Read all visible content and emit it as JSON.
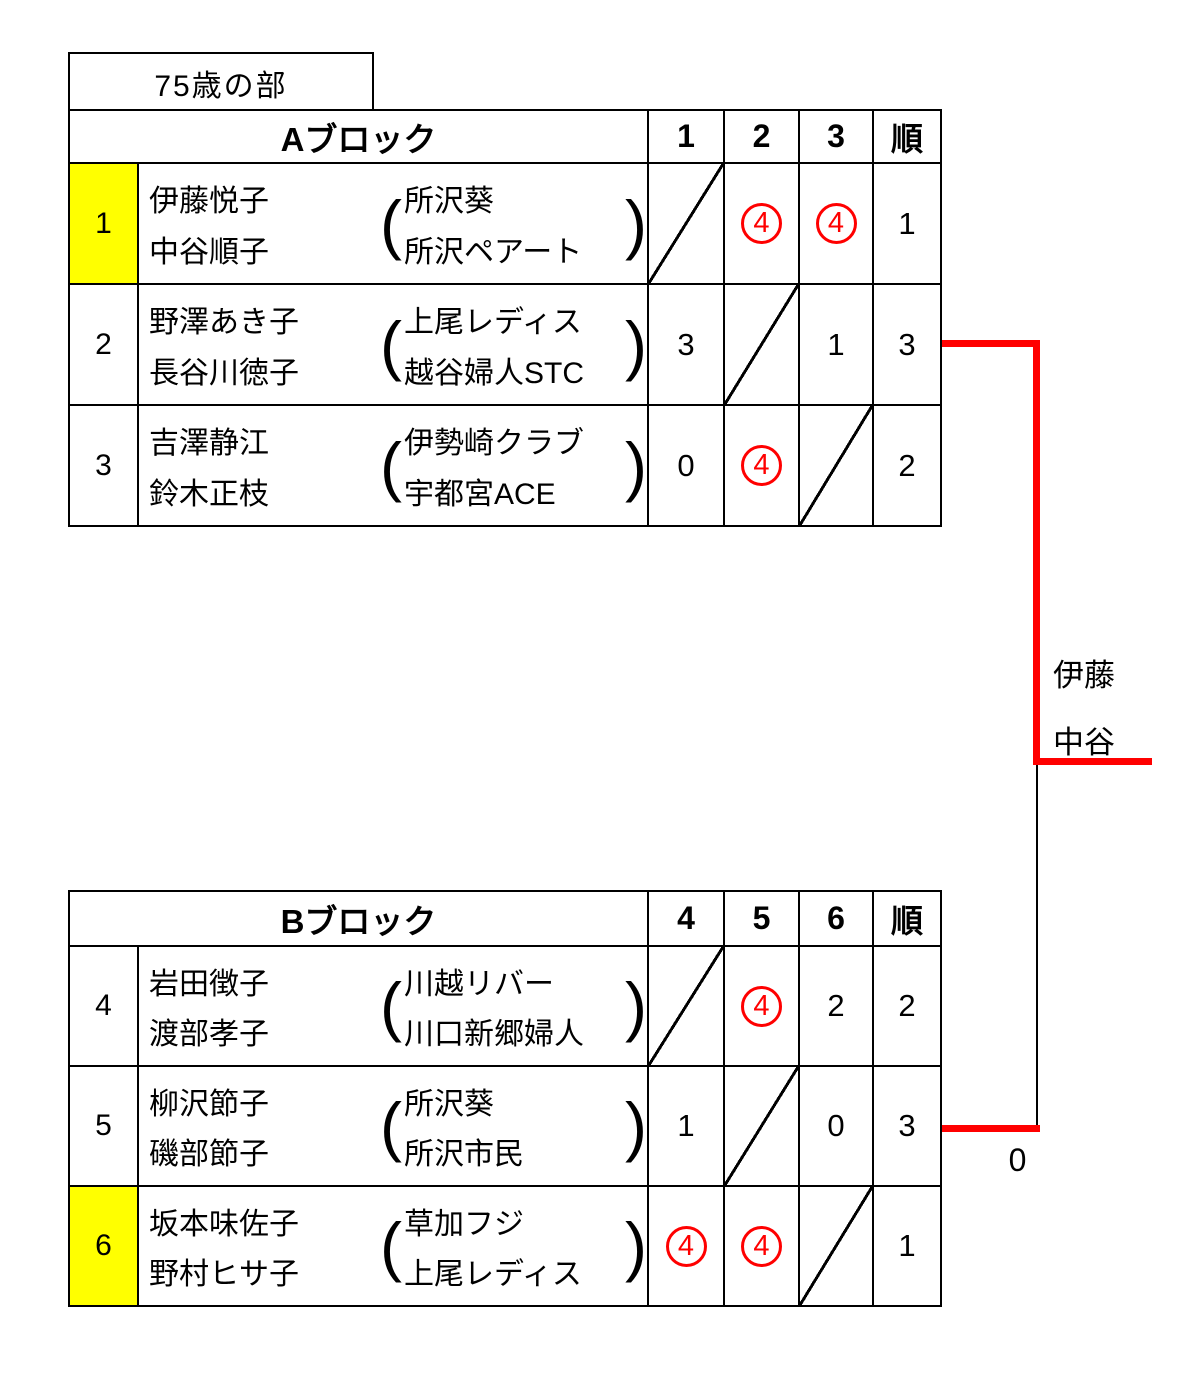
{
  "title": "75歳の部",
  "colors": {
    "highlight": "#ffff00",
    "accent": "#ff0000"
  },
  "blocks": [
    {
      "name": "Aブロック",
      "score_headers": [
        "1",
        "2",
        "3"
      ],
      "rank_header": "順",
      "rows": [
        {
          "no": "1",
          "highlight": true,
          "players": [
            "伊藤悦子",
            "中谷順子"
          ],
          "clubs": [
            "所沢葵",
            "所沢ペアート"
          ],
          "scores": [
            {
              "self": true
            },
            {
              "value": "4",
              "circled": true
            },
            {
              "value": "4",
              "circled": true
            }
          ],
          "rank": "1"
        },
        {
          "no": "2",
          "highlight": false,
          "players": [
            "野澤あき子",
            "長谷川徳子"
          ],
          "clubs": [
            "上尾レディス",
            "越谷婦人STC"
          ],
          "scores": [
            {
              "value": "3"
            },
            {
              "self": true
            },
            {
              "value": "1"
            }
          ],
          "rank": "3"
        },
        {
          "no": "3",
          "highlight": false,
          "players": [
            "吉澤静江",
            "鈴木正枝"
          ],
          "clubs": [
            "伊勢崎クラブ",
            "宇都宮ACE"
          ],
          "scores": [
            {
              "value": "0"
            },
            {
              "value": "4",
              "circled": true
            },
            {
              "self": true
            }
          ],
          "rank": "2"
        }
      ]
    },
    {
      "name": "Bブロック",
      "score_headers": [
        "4",
        "5",
        "6"
      ],
      "rank_header": "順",
      "rows": [
        {
          "no": "4",
          "highlight": false,
          "players": [
            "岩田徴子",
            "渡部孝子"
          ],
          "clubs": [
            "川越リバー",
            "川口新郷婦人"
          ],
          "scores": [
            {
              "self": true
            },
            {
              "value": "4",
              "circled": true
            },
            {
              "value": "2"
            }
          ],
          "rank": "2"
        },
        {
          "no": "5",
          "highlight": false,
          "players": [
            "柳沢節子",
            "磯部節子"
          ],
          "clubs": [
            "所沢葵",
            "所沢市民"
          ],
          "scores": [
            {
              "value": "1"
            },
            {
              "self": true
            },
            {
              "value": "0"
            }
          ],
          "rank": "3"
        },
        {
          "no": "6",
          "highlight": true,
          "players": [
            "坂本味佐子",
            "野村ヒサ子"
          ],
          "clubs": [
            "草加フジ",
            "上尾レディス"
          ],
          "scores": [
            {
              "value": "4",
              "circled": true
            },
            {
              "value": "4",
              "circled": true
            },
            {
              "self": true
            }
          ],
          "rank": "1"
        }
      ]
    }
  ],
  "bracket": {
    "winner_line1": "伊藤",
    "winner_line2": "中谷",
    "final_score": "0",
    "paren_open": "(",
    "paren_close": ")"
  }
}
